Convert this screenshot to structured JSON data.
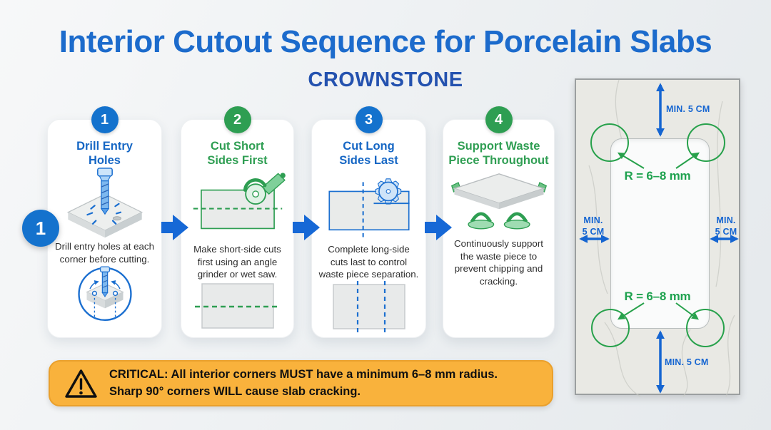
{
  "title": "Interior Cutout Sequence for Porcelain Slabs",
  "brand": "CROWNSTONE",
  "sequence_badge": "1",
  "steps": [
    {
      "number": "1",
      "title": "Drill Entry\nHoles",
      "description": "Drill entry holes at each corner before cutting.",
      "accent": "#1472CD"
    },
    {
      "number": "2",
      "title": "Cut Short\nSides First",
      "description": "Make short-side cuts first using an angle grinder or wet saw.",
      "accent": "#2E9E52"
    },
    {
      "number": "3",
      "title": "Cut Long\nSides Last",
      "description": "Complete long-side cuts last to control waste piece separation.",
      "accent": "#1472CD"
    },
    {
      "number": "4",
      "title": "Support Waste\nPiece Throughout",
      "description": "Continuously support the waste piece to prevent chipping and cracking.",
      "accent": "#2E9E52"
    }
  ],
  "diagram": {
    "top_clearance_label": "MIN. 5 CM",
    "bottom_clearance_label": "MIN. 5 CM",
    "left_clearance_label": "MIN.\n5 CM",
    "right_clearance_label": "MIN.\n5 CM",
    "radius_label_top": "R = 6–8 mm",
    "radius_label_bottom": "R = 6–8 mm"
  },
  "warning": {
    "line1": "CRITICAL: All interior corners MUST have a minimum 6–8 mm radius.",
    "line2": "Sharp 90° corners WILL cause slab cracking."
  },
  "colors": {
    "title_blue": "#1C6BCC",
    "brand_blue": "#2452AF",
    "step_blue": "#1472CD",
    "step_green": "#2E9E52",
    "arrow_blue": "#1668D6",
    "dimension_blue": "#1565D1",
    "radius_green": "#1FA24F",
    "warning_amber": "#F9B23C"
  },
  "icons": {
    "step_connector": "arrow-right",
    "warning": "triangle-exclamation",
    "step1": "drill-into-slab",
    "step1_detail": "corner-drill-holes",
    "step2": "angle-grinder-cut",
    "step3": "circular-saw-cut",
    "step4": "suction-cup-supports"
  }
}
